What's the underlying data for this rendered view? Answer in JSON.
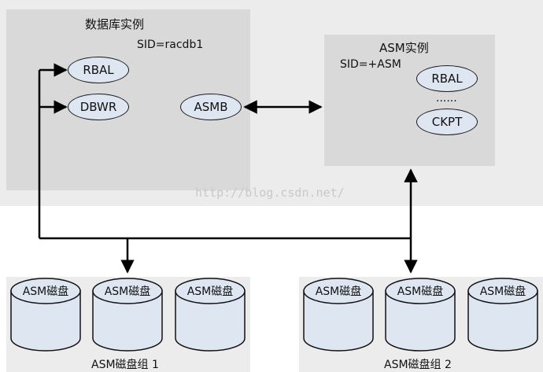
{
  "db_instance": {
    "title": "数据库实例",
    "sid": "SID=racdb1",
    "processes": {
      "rbal": "RBAL",
      "dbwr": "DBWR",
      "asmb": "ASMB"
    }
  },
  "asm_instance": {
    "title": "ASM实例",
    "sid": "SID=+ASM",
    "processes": {
      "rbal": "RBAL",
      "ellipsis": "......",
      "ckpt": "CKPT"
    }
  },
  "disk_groups": [
    {
      "label": "ASM磁盘组 1",
      "disks": [
        "ASM磁盘",
        "ASM磁盘",
        "ASM磁盘"
      ]
    },
    {
      "label": "ASM磁盘组 2",
      "disks": [
        "ASM磁盘",
        "ASM磁盘",
        "ASM磁盘"
      ]
    }
  ],
  "watermark": "http://blog.csdn.net/"
}
